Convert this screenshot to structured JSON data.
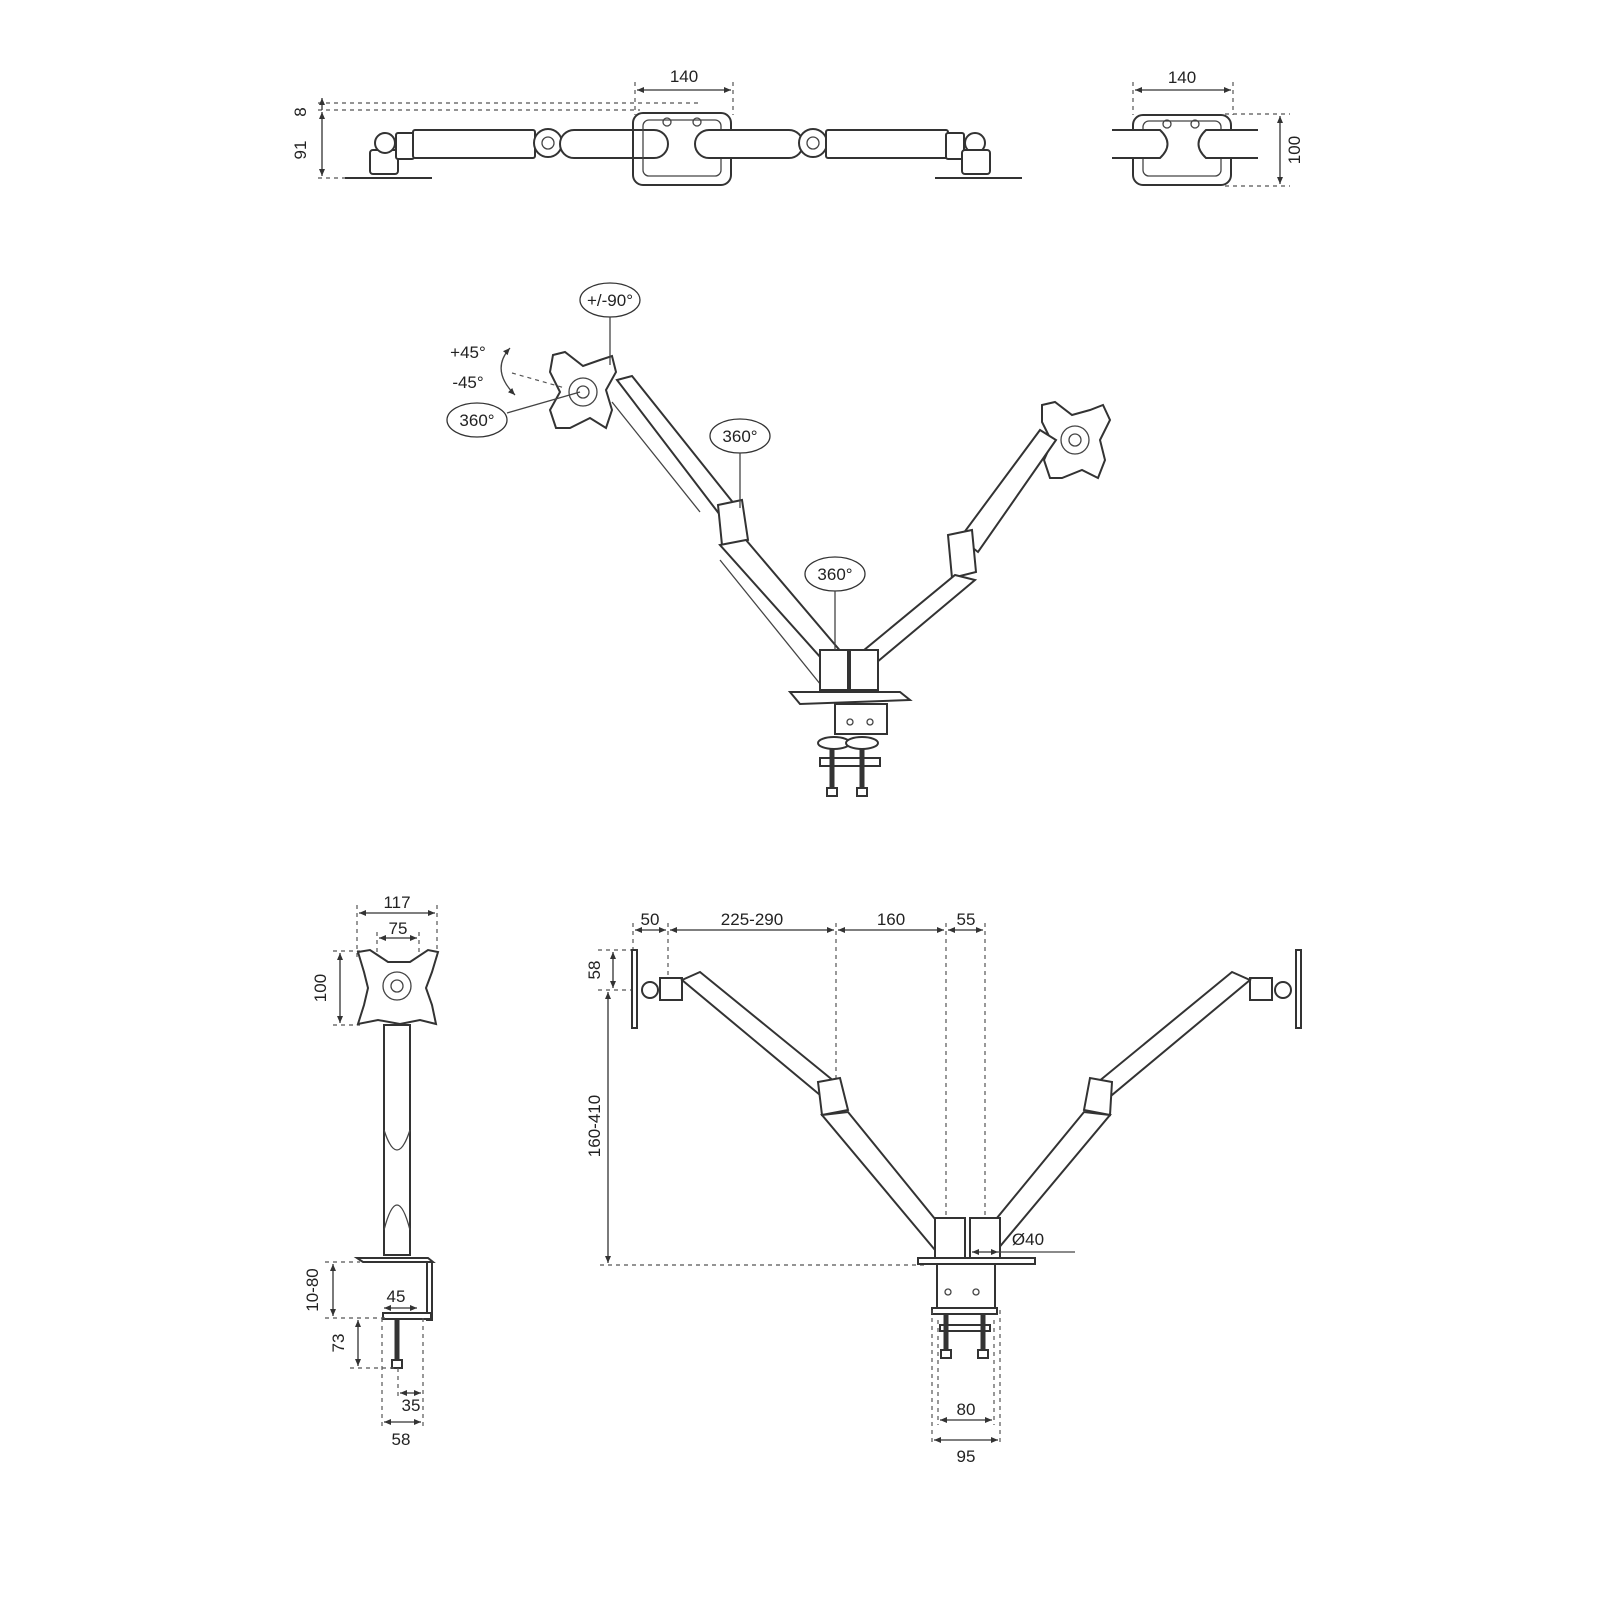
{
  "title": "Dual monitor arm dimension drawing",
  "colors": {
    "line": "#333333",
    "background": "#ffffff"
  },
  "top_view": {
    "dim_width_center": "140",
    "dim_top_offset": "8",
    "dim_height": "91"
  },
  "side_detail_view": {
    "dim_width": "140",
    "dim_height": "100"
  },
  "perspective_view": {
    "rotation_labels": {
      "swivel_vesa": "+/-90°",
      "tilt_up": "+45°",
      "tilt_down": "-45°",
      "rotate_vesa": "360°",
      "rotate_elbow": "360°",
      "rotate_base": "360°"
    }
  },
  "side_view": {
    "dim_vesa_outer": "117",
    "dim_vesa_inner": "75",
    "dim_vesa_height": "100",
    "dim_desk_thickness": "10-80",
    "dim_clamp_width": "45",
    "dim_clamp_depth": "73",
    "dim_bolt_offset": "35",
    "dim_base_depth": "58"
  },
  "front_view": {
    "dim_vesa_offset": "50",
    "dim_forearm_reach": "225-290",
    "dim_upper_arm": "160",
    "dim_pole_offset": "55",
    "dim_vesa_top": "58",
    "dim_height_range": "160-410",
    "dim_pole_diameter": "Ø40",
    "dim_clamp_inner": "80",
    "dim_clamp_outer": "95"
  }
}
